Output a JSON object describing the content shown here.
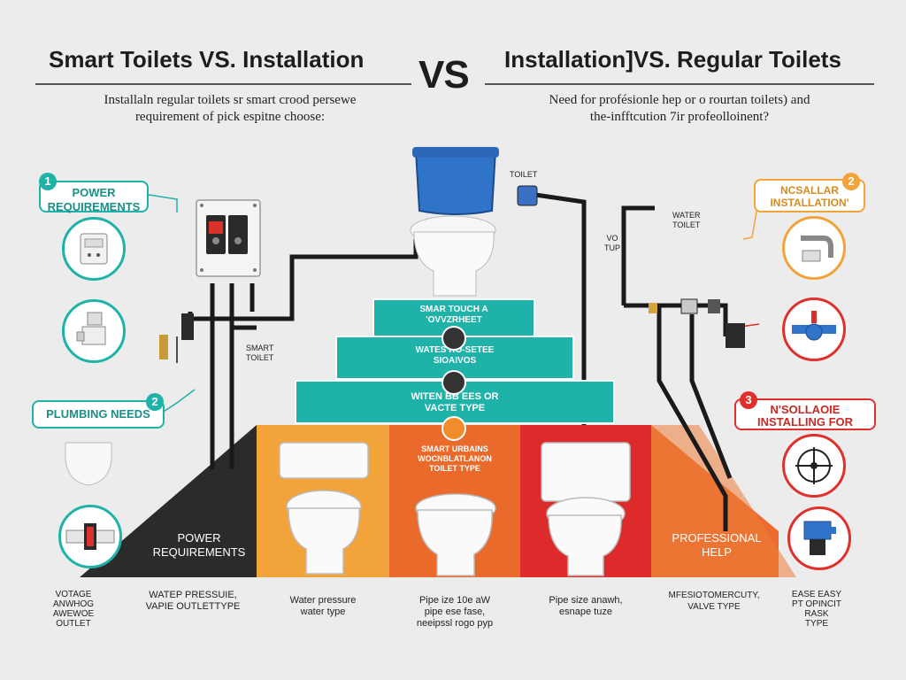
{
  "header": {
    "left_title": "Smart Toilets VS. Installation",
    "vs": "VS",
    "right_title": "Installation]VS. Regular Toilets",
    "left_sub_1": "Installaln regular toilets sr smart crood persewe",
    "left_sub_2": "requirement of pick espitne choose:",
    "right_sub_1": "Need for profésionle hep or o rourtan toilets) and",
    "right_sub_2": "the-infftcution 7ir profeolloinent?"
  },
  "left_badges": [
    {
      "num": "1",
      "label": "POWER REQUIREMENTS"
    },
    {
      "num": "2",
      "label": "PLUMBING NEEDS"
    }
  ],
  "right_badges": [
    {
      "num": "2",
      "label": "NCSALLAR INSTALLATION'"
    },
    {
      "num": "3",
      "label": "N'SOLLAOIE INSTALLING FOR"
    }
  ],
  "pipe_labels": {
    "toilet_top": "TOILET",
    "water_toilet_1": "WATER",
    "water_toilet_2": "TOILET",
    "vo_tup_1": "VO",
    "vo_tup_2": "TUP",
    "smart_toilet_1": "SMART",
    "smart_toilet_2": "TOILET"
  },
  "pyramid": [
    {
      "line1": "SMAR TOUCH A",
      "line2": "'OVVZRHEET"
    },
    {
      "line1": "WATES RO-SETEE",
      "line2": "SIOAIVOS"
    },
    {
      "line1": "WITEN BB EES OR",
      "line2": "VACTE TYPE"
    }
  ],
  "bands": {
    "power_1": "POWER",
    "power_2": "REQUIREMENTS",
    "center_1": "SMART URBAINS",
    "center_2": "WOCNBLATLANON",
    "center_3": "TOILET TYPE",
    "prof_1": "PROFESSIONAL",
    "prof_2": "HELP"
  },
  "captions": [
    {
      "lines": [
        "VOTAGE",
        "ANWHOG",
        "AWEWOE",
        "OUTLET"
      ]
    },
    {
      "lines": [
        "WATEP PRESSUIE,",
        "VAPIE OUTLETTYPE"
      ]
    },
    {
      "lines": [
        "Water pressure",
        "water type"
      ]
    },
    {
      "lines": [
        "Pipe ize 10e aW",
        "pipe ese fase,",
        "neeipssl rogo pyp"
      ]
    },
    {
      "lines": [
        "Pipe size anawh,",
        "esnape tuze"
      ]
    },
    {
      "lines": [
        "MFESIOTOMERCUTY,",
        "VALVE TYPE"
      ]
    },
    {
      "lines": [
        "EASE EASY",
        "PT OPINCIT",
        "RASK",
        "TYPE"
      ]
    }
  ],
  "colors": {
    "teal": "#1fb2a8",
    "orange": "#f08c2a",
    "red": "#e0302c",
    "amber": "#f2a43a",
    "dark": "#2b2b2b",
    "tank_blue": "#2f74c9"
  }
}
